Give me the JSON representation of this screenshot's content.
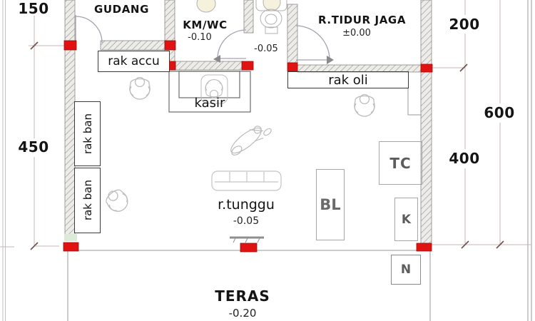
{
  "dimensions": {
    "d150": "150",
    "d450": "450",
    "d200": "200",
    "d600": "600",
    "d400": "400"
  },
  "rooms": {
    "gudang": {
      "name": "GUDANG"
    },
    "km_wc": {
      "name": "KM/WC",
      "level": "-0.10"
    },
    "wc_nook": {
      "level": "-0.05"
    },
    "r_tidur_jaga": {
      "name": "R.TIDUR JAGA",
      "level": "±0.00"
    },
    "r_tunggu": {
      "name": "r.tunggu",
      "level": "-0.05"
    },
    "teras": {
      "name": "TERAS",
      "level": "-0.20"
    }
  },
  "furniture": {
    "rak_accu": "rak accu",
    "rak_ban_1": "rak ban",
    "rak_ban_2": "rak ban",
    "kasir": "kasir",
    "rak_oli": "rak oli",
    "tc": "TC",
    "k": "K",
    "bl": "BL",
    "n": "N"
  },
  "symbols": {
    "column_marker": "red-column-marker",
    "wall": "hatched-wall",
    "door": "door-swing-arc"
  },
  "colors": {
    "column_marker": "#e11212",
    "wall_fill": "#edece8",
    "wall_hatch": "#a0a09c",
    "dimension_line": "#c9b6b6",
    "furniture_outline": "#bcbcbc"
  }
}
